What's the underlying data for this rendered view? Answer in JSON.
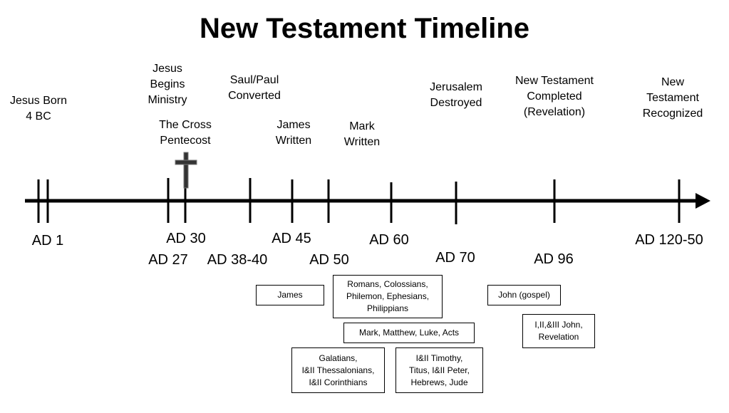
{
  "title": "New Testament Timeline",
  "events": {
    "birth": "Jesus Born\n4 BC",
    "ministry": "Jesus\nBegins\nMinistry",
    "cross": "The Cross\nPentecost",
    "paul": "Saul/Paul\nConverted",
    "james": "James\nWritten",
    "mark": "Mark\nWritten",
    "jerusalem": "Jerusalem\nDestroyed",
    "completed": "New Testament\nCompleted\n(Revelation)",
    "recognized": "New\nTestament\nRecognized"
  },
  "dates": {
    "ad1": "AD 1",
    "ad27": "AD 27",
    "ad30": "AD 30",
    "ad38": "AD 38-40",
    "ad45": "AD 45",
    "ad50": "AD 50",
    "ad60": "AD 60",
    "ad70": "AD 70",
    "ad96": "AD 96",
    "ad120": "AD 120-50"
  },
  "books": {
    "james": "James",
    "pauline1": "Romans, Colossians,\nPhilemon, Ephesians,\nPhilippians",
    "gospels": "Mark, Matthew, Luke, Acts",
    "pauline2": "Galatians,\nI&II Thessalonians,\nI&II Corinthians",
    "pastoral": "I&II Timothy,\nTitus, I&II Peter,\nHebrews, Jude",
    "john_gospel": "John (gospel)",
    "john_letters": "I,II,&III John,\nRevelation"
  }
}
